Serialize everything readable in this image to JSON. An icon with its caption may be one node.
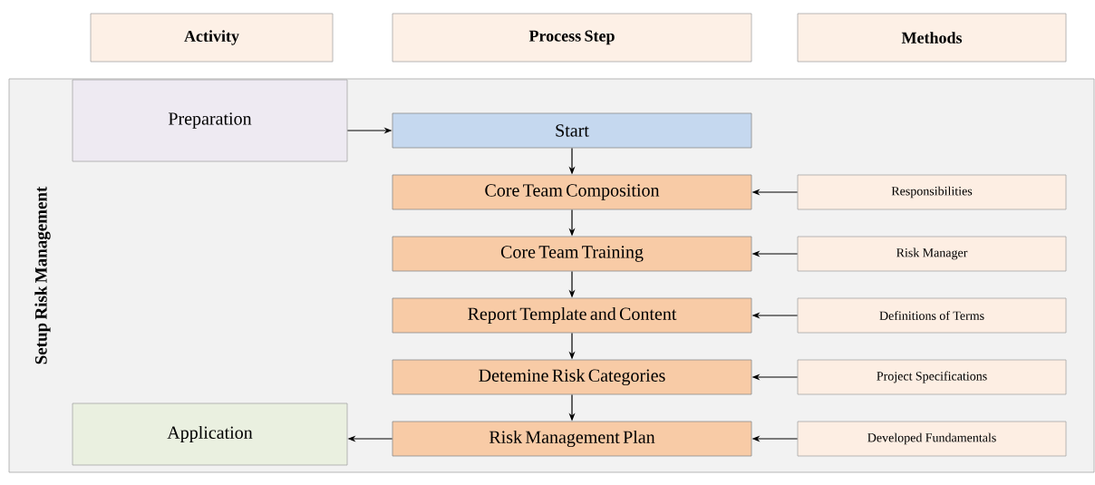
{
  "diagram": {
    "nodes": [
      {
        "text": [
          "Activity"
        ]
      },
      {
        "text": [
          "Process Step"
        ]
      },
      {
        "text": [
          "Methods"
        ]
      },
      {
        "text": [
          "Setup Risk Management"
        ]
      },
      {
        "text": [
          "Preparation"
        ],
        "in": 3
      },
      {
        "text": [
          "Start"
        ],
        "in": 3
      },
      {
        "text": [
          "Core Team Composition"
        ],
        "in": 3
      },
      {
        "text": [
          "Core Team Training"
        ],
        "in": 3
      },
      {
        "text": [
          "Report Template and Content"
        ],
        "in": 3
      },
      {
        "text": [
          "Detemine Risk Categories"
        ],
        "in": 3
      },
      {
        "text": [
          "Risk Management Plan"
        ],
        "in": 3
      },
      {
        "text": [
          "Application"
        ],
        "in": 3
      },
      {
        "text": [
          "Responsibilities"
        ],
        "in": 3
      },
      {
        "text": [
          "Risk Manager"
        ],
        "in": 3
      },
      {
        "text": [
          "Definitions of Terms"
        ],
        "in": 3
      },
      {
        "text": [
          "Project Specifications"
        ],
        "in": 3
      },
      {
        "text": [
          "Developed Fundamentals"
        ],
        "in": 3
      }
    ],
    "edges": [
      {
        "from": 4,
        "to": 5,
        "arrow": "to"
      },
      {
        "from": 5,
        "to": 6,
        "arrow": "to"
      },
      {
        "from": 6,
        "to": 7,
        "arrow": "to"
      },
      {
        "from": 7,
        "to": 8,
        "arrow": "to"
      },
      {
        "from": 8,
        "to": 9,
        "arrow": "to"
      },
      {
        "from": 9,
        "to": 10,
        "arrow": "to"
      },
      {
        "from": 10,
        "to": 11,
        "arrow": "to"
      },
      {
        "from": 12,
        "to": 6,
        "arrow": "to"
      },
      {
        "from": 13,
        "to": 7,
        "arrow": "to"
      },
      {
        "from": 14,
        "to": 8,
        "arrow": "to"
      },
      {
        "from": 15,
        "to": 9,
        "arrow": "to"
      },
      {
        "from": 16,
        "to": 10,
        "arrow": "to"
      }
    ]
  }
}
